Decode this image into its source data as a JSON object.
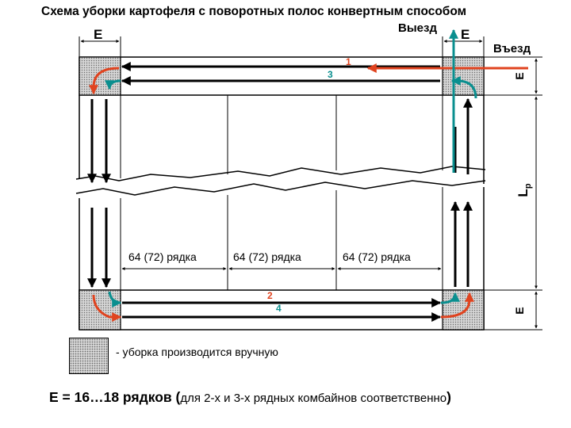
{
  "title": "Схема уборки картофеля с поворотных полос конвертным способом",
  "labels": {
    "exit": "Выезд",
    "entry": "Въезд",
    "e_left": "Е",
    "e_right": "Е",
    "e_vertical_top": "Е",
    "e_vertical_bottom": "Е",
    "lp": "L",
    "lp_sub": "р"
  },
  "rows": [
    "64 (72) рядка",
    "64 (72) рядка",
    "64 (72) рядка"
  ],
  "paths": {
    "p1": "1",
    "p2": "2",
    "p3": "3",
    "p4": "4"
  },
  "colors": {
    "path_orange": "#e0431f",
    "path_teal": "#0a8f8f",
    "headland_fill": "#d6d6d6"
  },
  "legend": {
    "text": "- уборка производится вручную"
  },
  "formula": {
    "main": "Е = 16…18 рядков (",
    "small": "для 2-х и 3-х рядных комбайнов соответственно",
    "close": ")"
  }
}
